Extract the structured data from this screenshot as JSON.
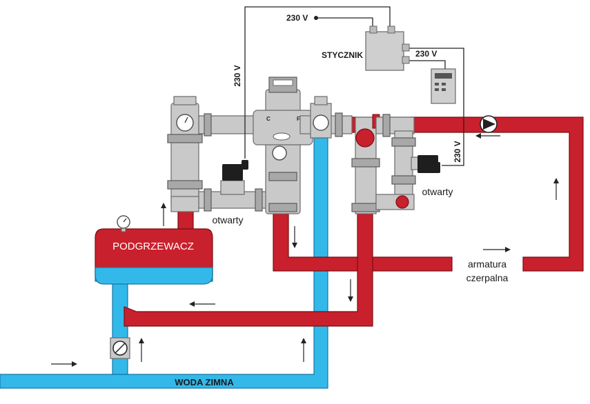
{
  "labels": {
    "voltage_top": "230 V",
    "voltage_left": "230 V",
    "voltage_right_top": "230 V",
    "voltage_right_vertical": "230 V",
    "contactor": "STYCZNIK",
    "heater": "PODGRZEWACZ",
    "valve_left_state": "otwarty",
    "valve_right_state": "otwarty",
    "tap_line1": "armatura",
    "tap_line2": "czerpalna",
    "cold_water": "WODA ZIMNA",
    "mixer_hot": "C",
    "mixer_cold": "F"
  },
  "colors": {
    "hot_water": "#c8202c",
    "cold_water": "#33b8ea",
    "fitting": "#c9c9c9",
    "wire": "#222222"
  },
  "icons": {
    "pump": "pump-icon",
    "gauge": "pressure-gauge-icon",
    "solenoid": "solenoid-valve-icon",
    "controller": "controller-panel-icon"
  }
}
